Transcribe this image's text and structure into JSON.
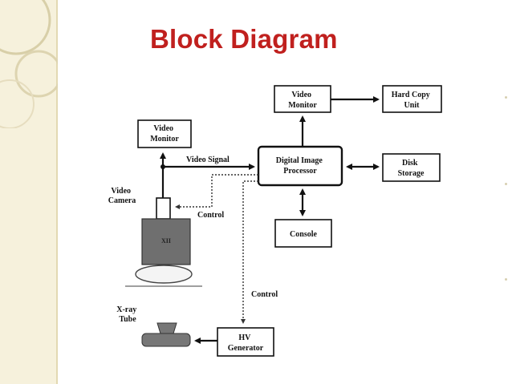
{
  "slide": {
    "title": "Block Diagram"
  },
  "diagram": {
    "video_monitor_left": [
      "Video",
      "Monitor"
    ],
    "video_monitor_top": [
      "Video",
      "Monitor"
    ],
    "hard_copy": [
      "Hard Copy",
      "Unit"
    ],
    "dip": [
      "Digital Image",
      "Processor"
    ],
    "disk": [
      "Disk",
      "Storage"
    ],
    "console": "Console",
    "hv_generator": [
      "HV",
      "Generator"
    ],
    "video_camera": [
      "Video",
      "Camera"
    ],
    "xii": "XII",
    "xray_tube": [
      "X-ray",
      "Tube"
    ],
    "video_signal": "Video Signal",
    "control_1": "Control",
    "control_2": "Control"
  }
}
